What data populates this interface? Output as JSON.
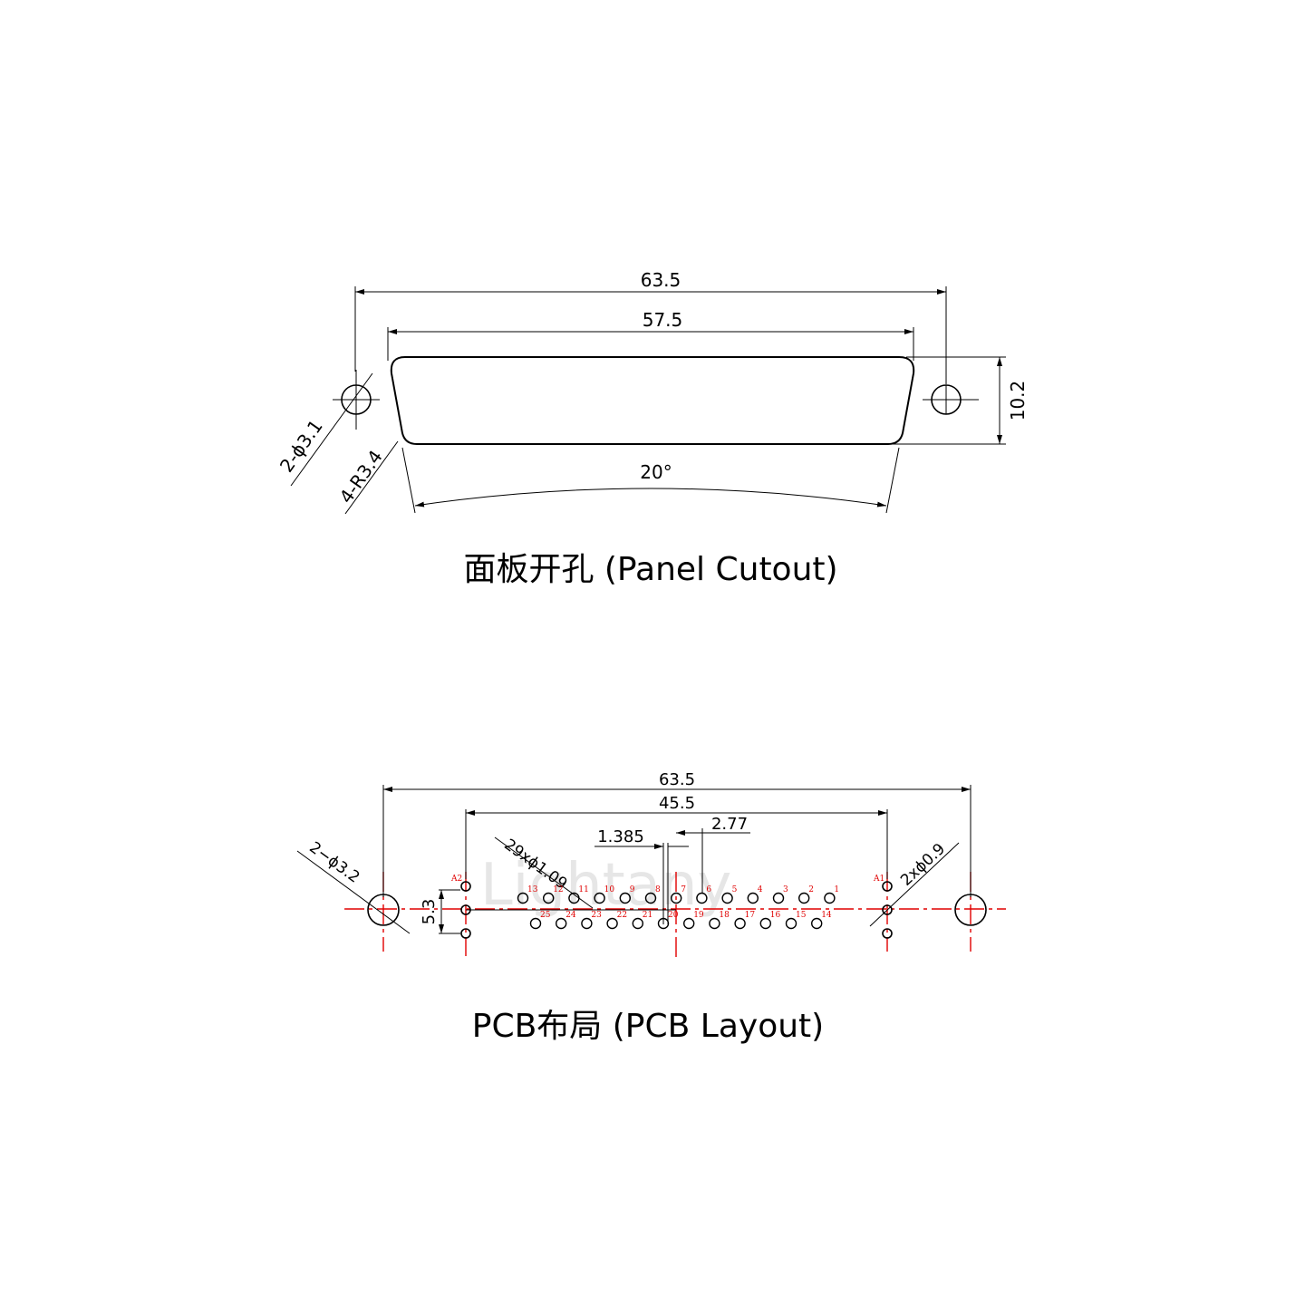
{
  "panel": {
    "dims": {
      "overall": "63.5",
      "cutout_width": "57.5",
      "height": "10.2",
      "hole_dia": "2-ϕ3.1",
      "corner_radius": "4-R3.4",
      "angle": "20°"
    },
    "caption": "面板开孔 (Panel Cutout)"
  },
  "pcb": {
    "dims": {
      "overall": "63.5",
      "inner": "45.5",
      "pitch_half": "1.385",
      "pitch": "2.77",
      "row_spacing": "5.3",
      "pin_holes": "29xϕ1.09",
      "mount_holes": "2−ϕ3.2",
      "small_holes": "2xϕ0.9"
    },
    "labels": {
      "a1": "A1",
      "a2": "A2"
    },
    "top_pins": [
      "13",
      "12",
      "11",
      "10",
      "9",
      "8",
      "7",
      "6",
      "5",
      "4",
      "3",
      "2",
      "1"
    ],
    "bottom_pins": [
      "25",
      "24",
      "23",
      "22",
      "21",
      "20",
      "19",
      "18",
      "17",
      "16",
      "15",
      "14"
    ],
    "watermark": "Lightany",
    "caption": "PCB布局 (PCB Layout)"
  },
  "colors": {
    "line": "#000000",
    "centerline": "#e00000",
    "pin_label": "#e00000"
  }
}
